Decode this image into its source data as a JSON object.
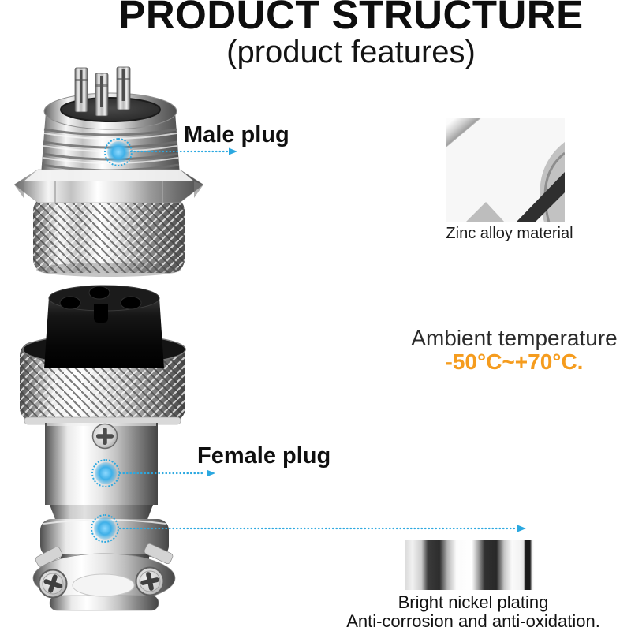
{
  "header": {
    "title": "PRODUCT STRUCTURE",
    "subtitle": "(product features)"
  },
  "callouts": {
    "male_plug": {
      "label": "Male plug"
    },
    "female_plug": {
      "label": "Female plug"
    }
  },
  "features": {
    "zinc_alloy": {
      "caption": "Zinc alloy material"
    },
    "ambient_temperature": {
      "label": "Ambient temperature",
      "value": "-50°C~+70°C."
    },
    "nickel_plating": {
      "caption_line1": "Bright nickel plating",
      "caption_line2": "Anti-corrosion and anti-oxidation."
    }
  },
  "colors": {
    "accent_blue": "#2BA8E0",
    "accent_orange": "#F59C1E",
    "text_dark": "#1A1A1A"
  }
}
